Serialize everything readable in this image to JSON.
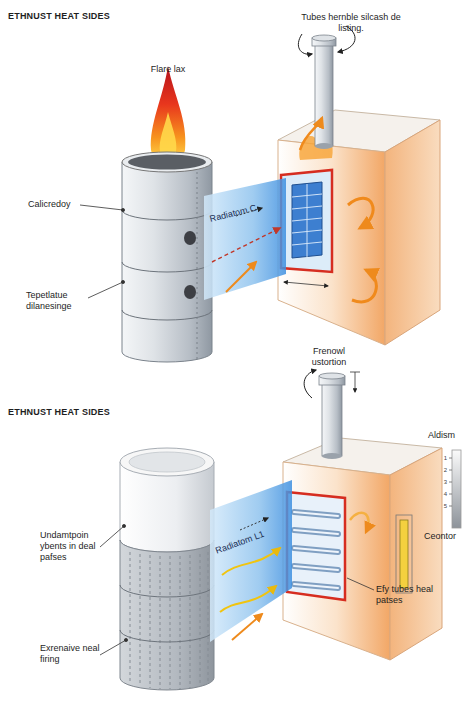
{
  "diagram": {
    "nodes": [
      {
        "text": [
          "Radiatom C"
        ]
      },
      {
        "text": [
          "Radiatom L1"
        ]
      }
    ],
    "labels": [
      "ETHNUST HEAT SIDES",
      "Tubes hernble silcash de listing.",
      "Flare lax",
      "Calicredoy",
      "Tepetlatue dilanesinge",
      "Frenowl ustortion",
      "ETHNUST HEAT SIDES",
      "Aldism",
      "1",
      "2",
      "3",
      "4",
      "5",
      "Ceontor",
      "Undamtpoin ybents in deal pafses",
      "Efy tubes heal patses",
      "Exrenaive neal firing"
    ]
  }
}
